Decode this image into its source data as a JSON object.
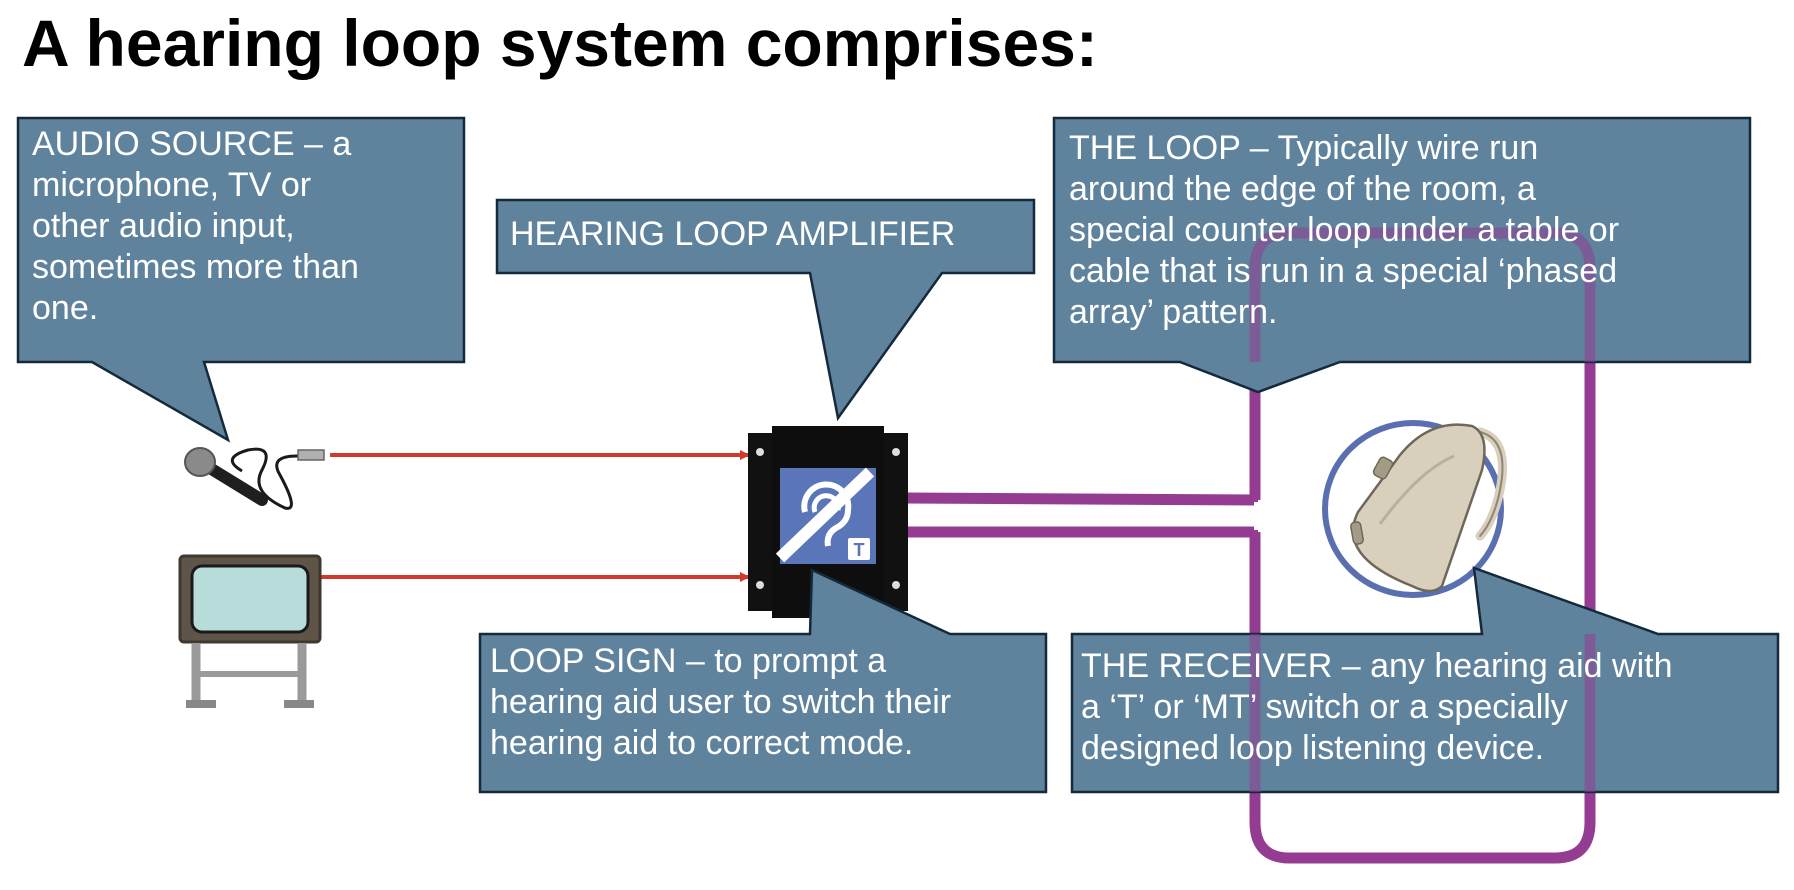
{
  "title": "A hearing loop system comprises:",
  "callouts": {
    "audio_source": [
      "AUDIO SOURCE – a",
      "microphone, TV or",
      "other audio input,",
      "sometimes more than",
      "one."
    ],
    "amplifier": [
      "HEARING LOOP AMPLIFIER"
    ],
    "the_loop": [
      "THE LOOP – Typically wire run",
      "around the edge of the room, a",
      "special counter loop under a table or",
      "cable that is run in a special ‘phased",
      "array’ pattern."
    ],
    "loop_sign": [
      "LOOP SIGN – to prompt a",
      "hearing aid user to switch their",
      "hearing aid to correct mode."
    ],
    "receiver": [
      "THE RECEIVER – any hearing aid with",
      "a ‘T’ or ‘MT’ switch or a specially",
      "designed loop listening device."
    ]
  },
  "loop_sign_letter": "T",
  "colors": {
    "callout_fill": "#5f839d",
    "callout_border": "#142a3c",
    "signal_line": "#d0392c",
    "loop_wire": "#943c92",
    "amplifier_body": "#111111",
    "loop_sign_bg": "#5a76b8",
    "receiver_ring": "#5a6fb0",
    "hearing_aid": "#d8d0bd"
  },
  "icons": {
    "microphone": "microphone-icon",
    "television": "television-icon",
    "amplifier": "amplifier-box-icon",
    "loop_sign": "hearing-loop-sign-icon",
    "hearing_aid": "hearing-aid-icon"
  }
}
